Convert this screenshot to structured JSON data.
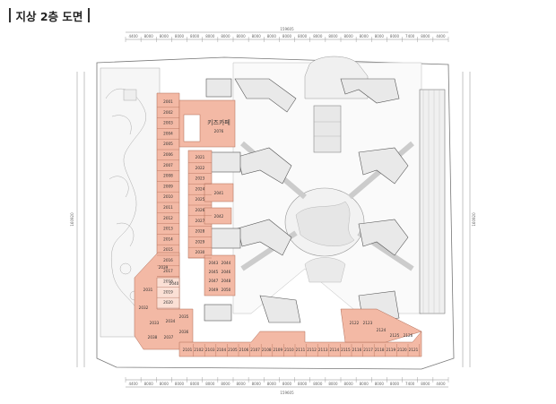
{
  "header": {
    "title": "지상 2층 도면"
  },
  "dimensions": {
    "top_total": "159605",
    "bottom_total": "159605",
    "left_total": "160920",
    "right_total": "160920",
    "top_segments": [
      "4400",
      "8000",
      "8000",
      "8000",
      "8000",
      "8000",
      "8000",
      "8000",
      "8000",
      "8000",
      "8000",
      "8000",
      "8000",
      "8000",
      "8000",
      "8000",
      "8000",
      "8000",
      "7400",
      "8000",
      "4400"
    ],
    "bottom_segments": [
      "4400",
      "8000",
      "8000",
      "8000",
      "8000",
      "8000",
      "8000",
      "8000",
      "8000",
      "8000",
      "8000",
      "8000",
      "8000",
      "8000",
      "8000",
      "8000",
      "8000",
      "8000",
      "7400",
      "8000",
      "4400"
    ]
  },
  "units": {
    "kids_cafe": "키즈카페",
    "kids_cafe_no": "2076",
    "upper_column": [
      "2001",
      "2002",
      "2003",
      "2004",
      "2005",
      "2006",
      "2007",
      "2008",
      "2009",
      "2010",
      "2011",
      "2012",
      "2013",
      "2014",
      "2015",
      "2016",
      "2017",
      "2018",
      "2019",
      "2020"
    ],
    "mid_column": [
      "2021",
      "2022",
      "2023",
      "2024",
      "2025",
      "2026",
      "2027",
      "2028",
      "2029",
      "2030"
    ],
    "lower_left": [
      "2031",
      "2032",
      "2033",
      "2034",
      "2035",
      "2036",
      "2037",
      "2038",
      "2039",
      "2040"
    ],
    "bottom_row": [
      "2101",
      "2102",
      "2103",
      "2104",
      "2105",
      "2106",
      "2107",
      "2108",
      "2109",
      "2110",
      "2111",
      "2112",
      "2113",
      "2114",
      "2115",
      "2116",
      "2117",
      "2118",
      "2119",
      "2120",
      "2121"
    ],
    "right_corner": [
      "2122",
      "2123",
      "2124",
      "2125",
      "2126"
    ],
    "center_blocks": [
      "2041",
      "2042",
      "2043",
      "2044",
      "2045",
      "2046",
      "2047",
      "2048",
      "2049",
      "2050"
    ]
  }
}
